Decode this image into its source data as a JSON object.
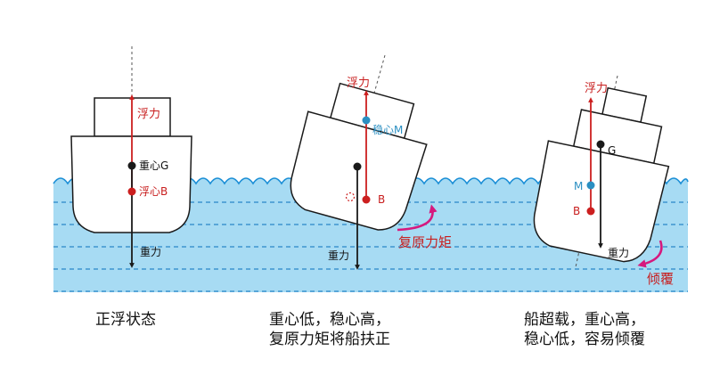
{
  "colors": {
    "water": "#a7dbf3",
    "wave_line": "#1c8fd6",
    "dash_line": "#2a86c8",
    "force_red": "#cc1f1f",
    "label_red": "#c81e1e",
    "metacenter_blue": "#2b8fc2",
    "arrow_magenta": "#d6197e",
    "hull_fill": "#ffffff",
    "outline": "#1a1a1a"
  },
  "ship1": {
    "buoyancy": "浮力",
    "g_label": "重心G",
    "b_label": "浮心B",
    "gravity": "重力",
    "caption": "正浮状态"
  },
  "ship2": {
    "buoyancy": "浮力",
    "m_label": "稳心M",
    "b_label": "B",
    "gravity": "重力",
    "moment": "复原力矩",
    "caption_line1": "重心低，稳心高，",
    "caption_line2": "复原力矩将船扶正"
  },
  "ship3": {
    "buoyancy": "浮力",
    "g_label": "G",
    "m_label": "M",
    "b_label": "B",
    "gravity": "重力",
    "capsize": "倾覆",
    "caption_line1": "船超载，重心高，",
    "caption_line2": "稳心低，容易倾覆"
  }
}
